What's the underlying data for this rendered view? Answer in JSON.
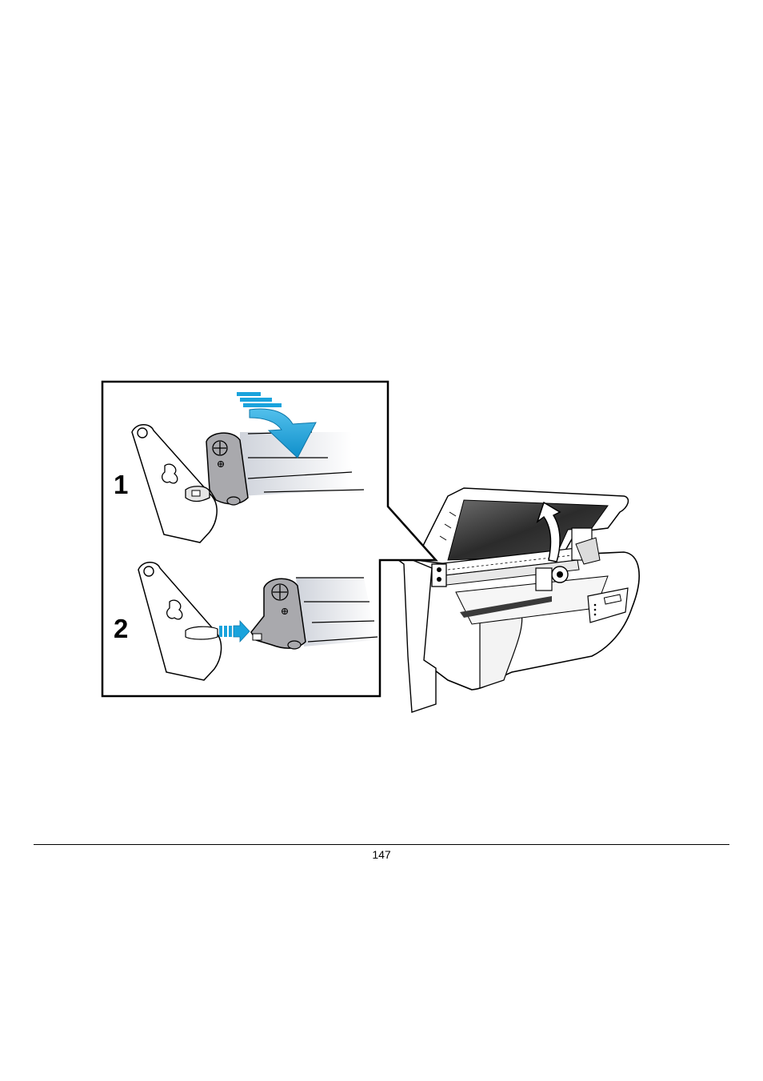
{
  "figure": {
    "inset": {
      "steps": [
        {
          "label": "1"
        },
        {
          "label": "2"
        }
      ]
    },
    "colors": {
      "arrow": "#1aa3dc",
      "lever": "#a9a9ad",
      "line": "#000000"
    },
    "icons": [
      "curved-down-arrow-icon",
      "right-arrow-icon",
      "curved-up-arrow-icon"
    ]
  },
  "footer": {
    "page_number": "147"
  }
}
